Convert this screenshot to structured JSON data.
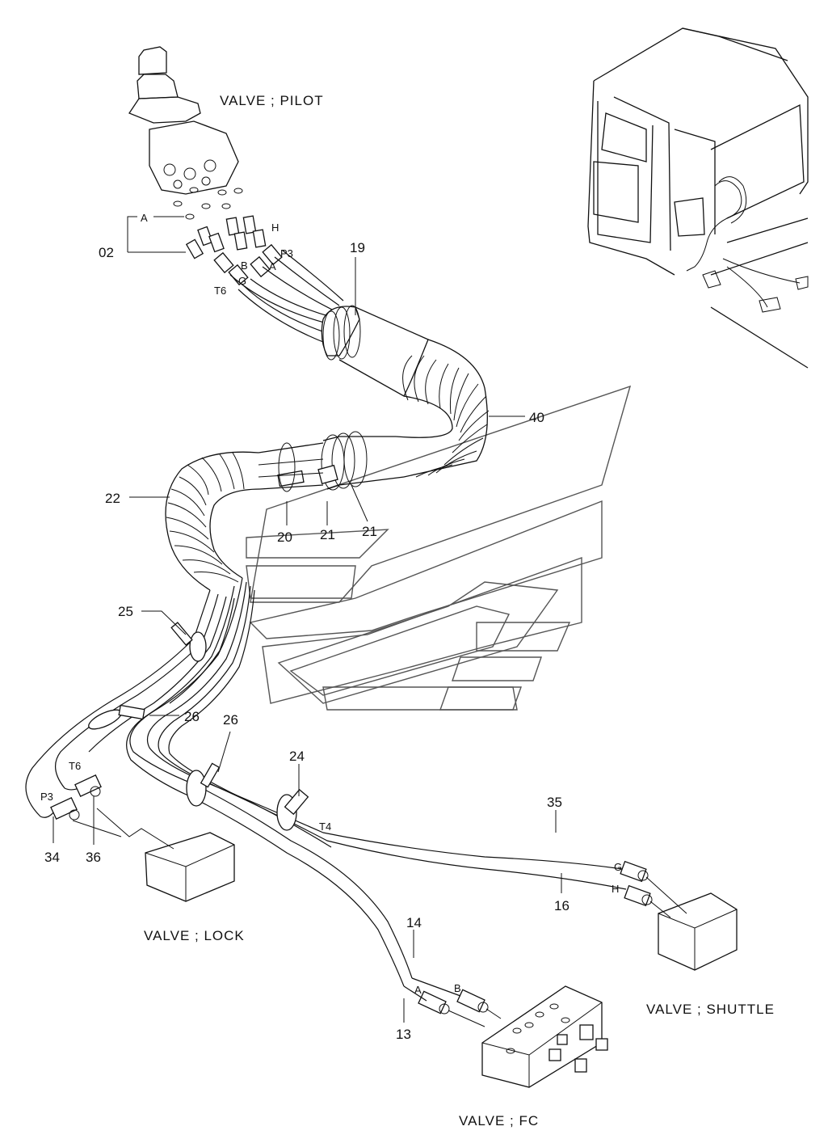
{
  "components": {
    "pilot_valve": "VALVE ; PILOT",
    "lock_valve": "VALVE ; LOCK",
    "shuttle_valve": "VALVE ; SHUTTLE",
    "fc_valve": "VALVE ; FC"
  },
  "part_numbers": {
    "p02": "02",
    "p19": "19",
    "p40": "40",
    "p22": "22",
    "p20": "20",
    "p21a": "21",
    "p21b": "21",
    "p25": "25",
    "p26a": "26",
    "p26b": "26",
    "p24": "24",
    "p34": "34",
    "p36": "36",
    "p35": "35",
    "p16": "16",
    "p14": "14",
    "p13": "13"
  },
  "port_labels": {
    "top_a": "A",
    "top_h": "H",
    "top_p3": "P3",
    "top_b": "B",
    "top_a2": "A",
    "top_t6": "T6",
    "top_g": "G",
    "low_t6": "T6",
    "low_p3": "P3",
    "low_t4": "T4",
    "low_g": "G",
    "low_h": "H",
    "low_a": "A",
    "low_b": "B"
  }
}
